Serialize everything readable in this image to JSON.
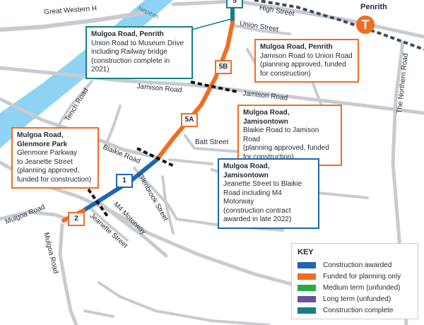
{
  "colors": {
    "construction_awarded": "#1f66b1",
    "funded_planning": "#f26c21",
    "medium_term": "#27a84a",
    "long_term": "#6b4fa0",
    "construction_complete": "#157f86",
    "river": "#8fd3f4",
    "road": "#c8cbd0"
  },
  "roads": {
    "great_western": "Great Western H",
    "nepean": "Nepean",
    "high_street": "High Street",
    "union_street": "Union Street",
    "penrith": "Penrith",
    "jamison_1": "Jamison Road",
    "jamison_2": "Jamison Road",
    "tench": "Tench Road",
    "northern": "The Northern Road",
    "batt": "Batt Street",
    "blaikie": "Blaikie Road",
    "glenbrook": "Glenbrook Street",
    "m4": "M4 Motorway",
    "jeanette": "Jeanette Street",
    "mulgoa_1": "Mulgoa Road",
    "mulgoa_2": "Mulgoa Road"
  },
  "rail_icon": {
    "glyph": "T",
    "icon": "train-station-icon"
  },
  "segments": {
    "s5": "5",
    "s5b": "5B",
    "s5a": "5A",
    "s1": "1",
    "s2": "2"
  },
  "callouts": {
    "penrith_complete": {
      "title": "Mulgoa Road, Penrith",
      "desc": "Union Road to Museum Drive\nincluding Railway bridge\n(construction complete in 2021)",
      "status": "construction_complete"
    },
    "penrith_jamison": {
      "title": "Mulgoa Road, Penrith",
      "desc": "Jamison Road to Union Road\n(planning approved, funded\nfor construction)",
      "status": "funded_planning"
    },
    "jamisontown_blaikie": {
      "title": "Mulgoa Road, Jamisontown",
      "desc": "Blaikie Road to Jamison Road\n(planning approved, funded\nfor construction)",
      "status": "funded_planning"
    },
    "glenmore": {
      "title": "Mulgoa Road,\nGlenmore Park",
      "desc": "Glenmore Parkway\nto Jeanette Street\n(planning approved,\nfunded for construction)",
      "status": "funded_planning"
    },
    "jamisontown_jeanette": {
      "title": "Mulgoa Road, Jamisontown",
      "desc": "Jeanette Street to Blaikie\nRoad including M4 Motorway\n(construction contract\nawarded in late 2022)",
      "status": "construction_awarded"
    }
  },
  "key": {
    "title": "KEY",
    "items": [
      {
        "label": "Construction awarded",
        "color": "#1f66b1"
      },
      {
        "label": "Funded for planning only",
        "color": "#f26c21"
      },
      {
        "label": "Medium term (unfunded)",
        "color": "#27a84a"
      },
      {
        "label": "Long term (unfunded)",
        "color": "#6b4fa0"
      },
      {
        "label": "Construction complete",
        "color": "#157f86"
      }
    ]
  }
}
